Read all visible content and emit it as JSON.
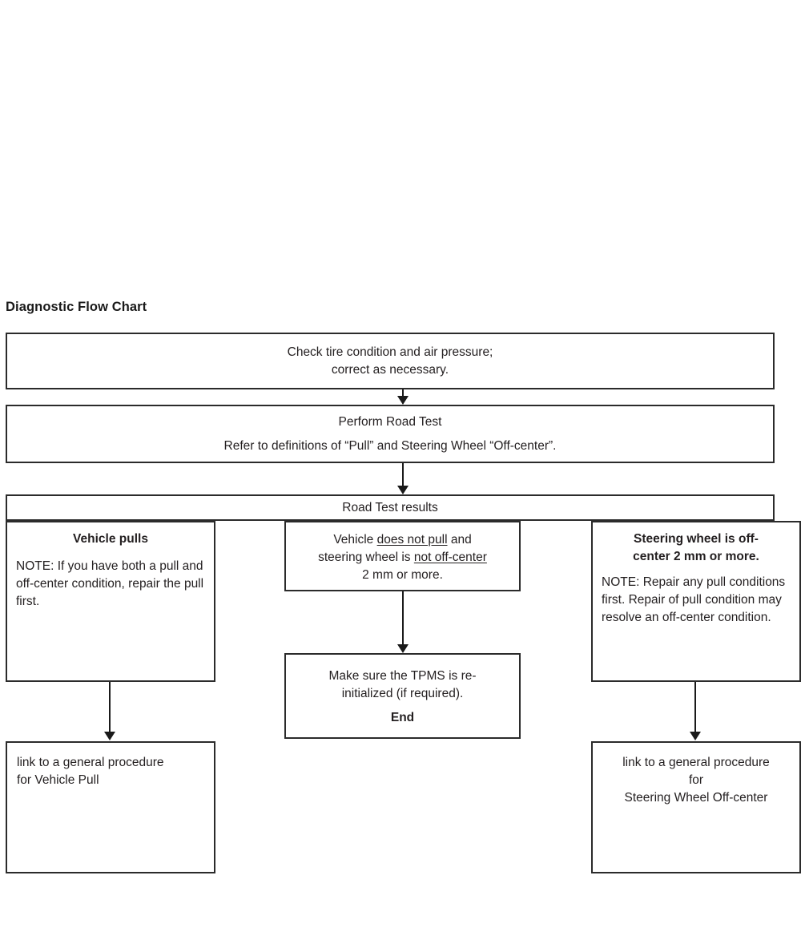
{
  "page": {
    "title": "Diagnostic Flow Chart"
  },
  "flow": {
    "check_tire": {
      "line1": "Check tire condition and air pressure;",
      "line2": "correct as necessary."
    },
    "road_test": {
      "line1": "Perform Road Test",
      "line2": "Refer to definitions of “Pull” and Steering Wheel “Off-center”."
    },
    "results_bar": {
      "label": "Road Test results"
    },
    "branch_left": {
      "heading": "Vehicle pulls",
      "note_label": "NOTE",
      "note_sep": ": ",
      "note_text": "If you have both a pull and off-center condition, repair the pull first."
    },
    "branch_middle": {
      "line1_pre": "Vehicle ",
      "line1_underline": "does not pull",
      "line1_post": " and",
      "line2_pre": "steering wheel is ",
      "line2_underline": "not off-center",
      "line3": "2 mm or more."
    },
    "branch_right": {
      "heading_line1": "Steering wheel is off-",
      "heading_line2": "center 2 mm or more.",
      "note_label": "NOTE",
      "note_sep": ": ",
      "note_text": "Repair any pull conditions first. Repair of pull condition may resolve an off-center condition."
    },
    "tpms": {
      "line1": "Make sure the TPMS is re-",
      "line2": "initialized (if required).",
      "end_label": "End"
    },
    "link_pull": {
      "line1": "link to a general procedure",
      "line2": "for  Vehicle Pull"
    },
    "link_offcenter": {
      "line1": "link to a general  procedure",
      "line2": "for",
      "line3": "Steering Wheel Off-center"
    }
  },
  "colors": {
    "ink": "#231f20",
    "stroke": "#2b2b2b",
    "background": "#ffffff"
  }
}
